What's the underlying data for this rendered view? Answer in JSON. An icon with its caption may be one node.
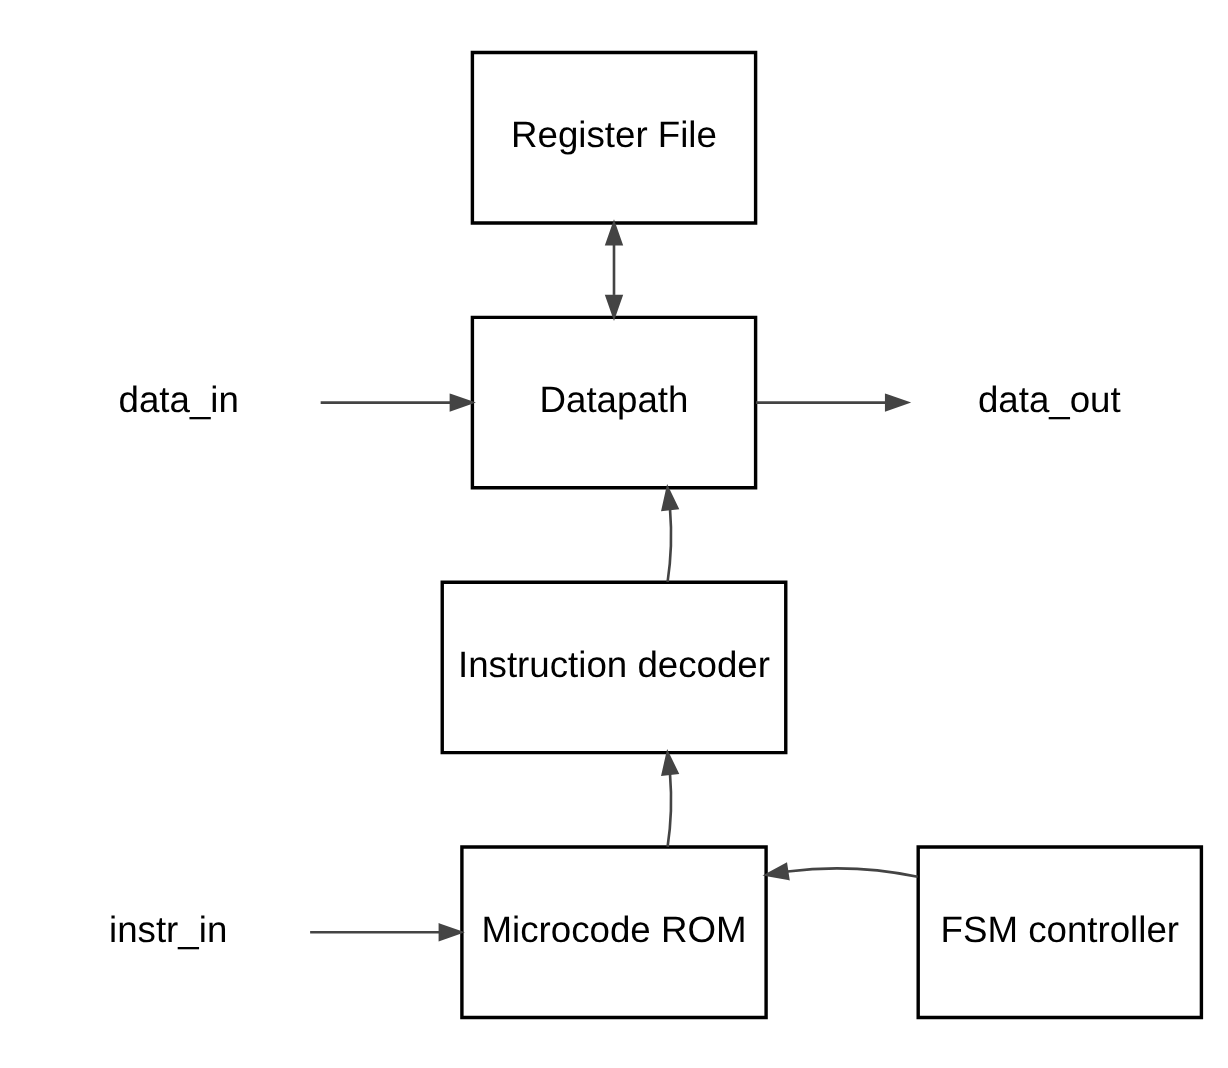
{
  "diagram": {
    "nodes": [
      {
        "text": [
          "Register File"
        ]
      },
      {
        "text": [
          "Datapath"
        ]
      },
      {
        "text": [
          "Instruction decoder"
        ]
      },
      {
        "text": [
          "Microcode ROM"
        ]
      },
      {
        "text": [
          "FSM controller"
        ]
      },
      {
        "text": [
          "data_in"
        ]
      },
      {
        "text": [
          "data_out"
        ]
      },
      {
        "text": [
          "instr_in"
        ]
      }
    ],
    "edges": [
      {
        "from": 0,
        "to": 1,
        "arrow": "both"
      },
      {
        "from": 5,
        "to": 1,
        "arrow": "to"
      },
      {
        "from": 1,
        "to": 6,
        "arrow": "to"
      },
      {
        "from": 2,
        "to": 1,
        "arrow": "to"
      },
      {
        "from": 3,
        "to": 2,
        "arrow": "to"
      },
      {
        "from": 7,
        "to": 3,
        "arrow": "to"
      },
      {
        "from": 4,
        "to": 3,
        "arrow": "to"
      }
    ]
  }
}
